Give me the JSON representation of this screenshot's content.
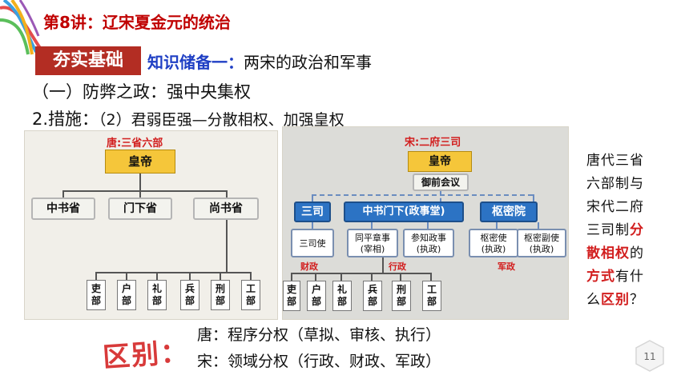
{
  "header": {
    "title": "第8讲：辽宋夏金元的统治",
    "badge": "夯实基础",
    "subtitle_main": "知识储备一：",
    "subtitle_rest": "两宋的政治和军事"
  },
  "section": {
    "heading1": "（一）防弊之政：强中央集权",
    "heading2_label": "2.措施：",
    "heading2_detail": "（2）君弱臣强—分散相权、加强皇权"
  },
  "tang": {
    "title": "唐:三省六部",
    "emperor": "皇帝",
    "provinces": [
      "中书省",
      "门下省",
      "尚书省"
    ],
    "ministries": [
      [
        "吏",
        "部"
      ],
      [
        "户",
        "部"
      ],
      [
        "礼",
        "部"
      ],
      [
        "兵",
        "部"
      ],
      [
        "刑",
        "部"
      ],
      [
        "工",
        "部"
      ]
    ]
  },
  "song": {
    "title": "宋:二府三司",
    "emperor": "皇帝",
    "council": "御前会议",
    "sansi": "三司",
    "zhongshu": "中书门下(政事堂)",
    "shumi": "枢密院",
    "officials": [
      [
        "三司使"
      ],
      [
        "同平章事",
        "(宰相)"
      ],
      [
        "参知政事",
        "(执政)"
      ],
      [
        "枢密使",
        "(执政)"
      ],
      [
        "枢密副使",
        "(执政)"
      ]
    ],
    "labels": {
      "finance": "财政",
      "admin": "行政",
      "military": "军政"
    },
    "ministries": [
      [
        "吏",
        "部"
      ],
      [
        "户",
        "部"
      ],
      [
        "礼",
        "部"
      ],
      [
        "兵",
        "部"
      ],
      [
        "刑",
        "部"
      ],
      [
        "工",
        "部"
      ]
    ]
  },
  "question": {
    "lines": [
      "唐代三省",
      "六部制与",
      "宋代二府",
      "三司制"
    ],
    "red1": "分",
    "line5_red": "散相权",
    "line5_rest": "的",
    "line6_red": "方式",
    "line6_rest": "有什",
    "line7_pre": "么",
    "line7_red": "区别",
    "line7_rest": "？"
  },
  "difference": {
    "label": "区别：",
    "tang": "唐：程序分权（草拟、审核、执行）",
    "song": "宋：领域分权（行政、财政、军政）"
  },
  "page_number": "11",
  "colors": {
    "title_red": "#c00000",
    "badge": "#b32d23",
    "blue": "#1f3fc4",
    "accent_red": "#d21e1e"
  }
}
